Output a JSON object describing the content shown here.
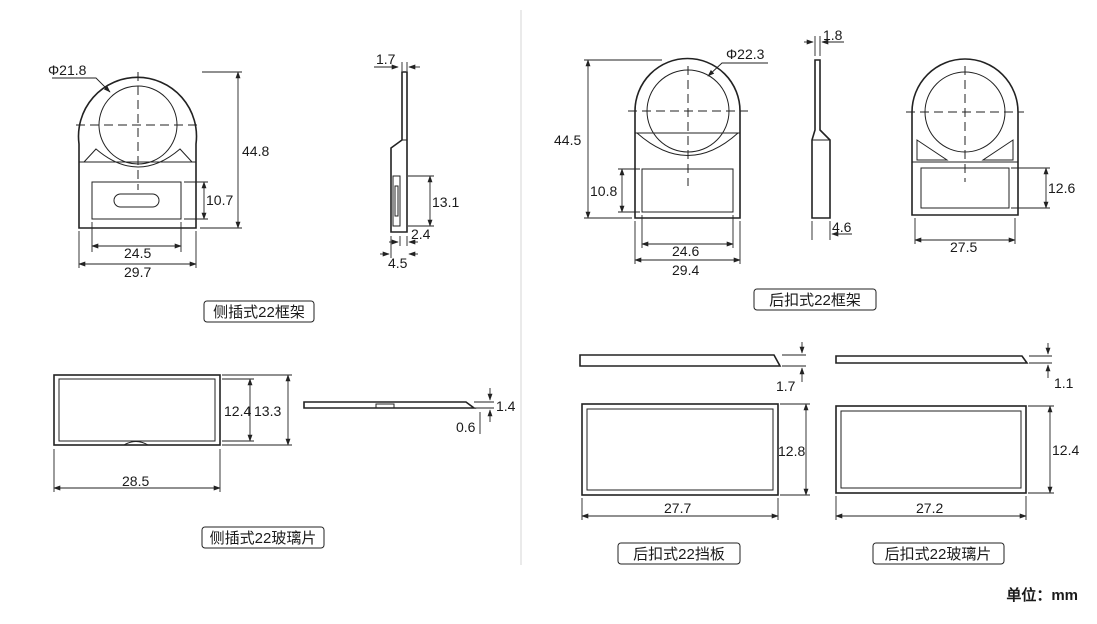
{
  "left": {
    "frame": {
      "caption": "侧插式22框架",
      "dims": {
        "hole_diameter": "Φ21.8",
        "height": "44.8",
        "window_height": "10.7",
        "inner_width": "24.5",
        "outer_width": "29.7",
        "side_top": "1.7",
        "side_slot": "13.1",
        "side_base": "2.4",
        "side_depth": "4.5"
      }
    },
    "glass": {
      "caption": "侧插式22玻璃片",
      "dims": {
        "inner_height": "12.4",
        "outer_height": "13.3",
        "width": "28.5",
        "thickness": "1.4",
        "step": "0.6"
      }
    }
  },
  "right": {
    "frame": {
      "caption": "后扣式22框架",
      "dims": {
        "hole_diameter": "Φ22.3",
        "height": "44.5",
        "window_height": "10.8",
        "inner_width": "24.6",
        "outer_width": "29.4",
        "side_top": "1.8",
        "side_depth": "4.6",
        "back_window": "12.6",
        "back_width": "27.5"
      }
    },
    "plate": {
      "caption": "后扣式22挡板",
      "dims": {
        "thickness": "1.7",
        "height": "12.8",
        "width": "27.7"
      }
    },
    "glass": {
      "caption": "后扣式22玻璃片",
      "dims": {
        "thickness": "1.1",
        "height": "12.4",
        "width": "27.2"
      }
    }
  },
  "unit_label": "单位：mm"
}
